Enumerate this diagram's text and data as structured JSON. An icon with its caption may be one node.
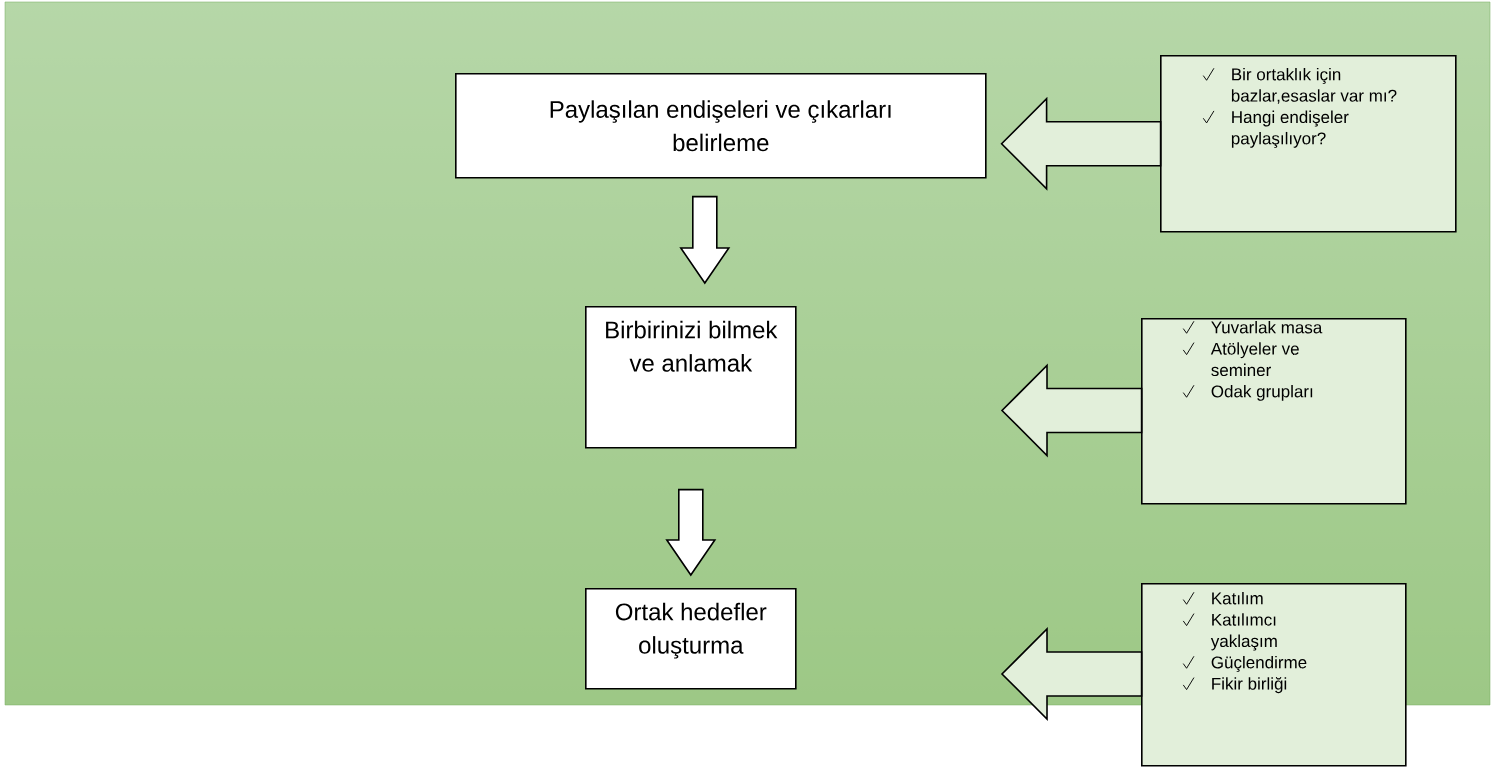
{
  "diagram": {
    "nodes": [
      {
        "text": [
          "Paylaşılan endişeleri ve çıkarları belirleme"
        ]
      },
      {
        "text": [
          "Birbirinizi bilmek ve anlamak"
        ]
      },
      {
        "text": [
          "Ortak hedefler oluşturma"
        ]
      },
      {
        "text": [
          "Bir ortaklık için bazlar,esaslar var mı?",
          "Hangi endişeler paylaşılıyor?"
        ]
      },
      {
        "text": [
          "Yuvarlak masa",
          "Atölyeler ve seminer",
          "Odak grupları"
        ]
      },
      {
        "text": [
          "Katılım",
          "Katılımcı yaklaşım",
          "Güçlendirme",
          "Fikir birliği"
        ]
      }
    ],
    "edges": [
      {
        "from": 0,
        "to": 1,
        "arrow": "to"
      },
      {
        "from": 1,
        "to": 2,
        "arrow": "to"
      },
      {
        "from": 3,
        "to": 0,
        "arrow": "to"
      }
    ]
  }
}
